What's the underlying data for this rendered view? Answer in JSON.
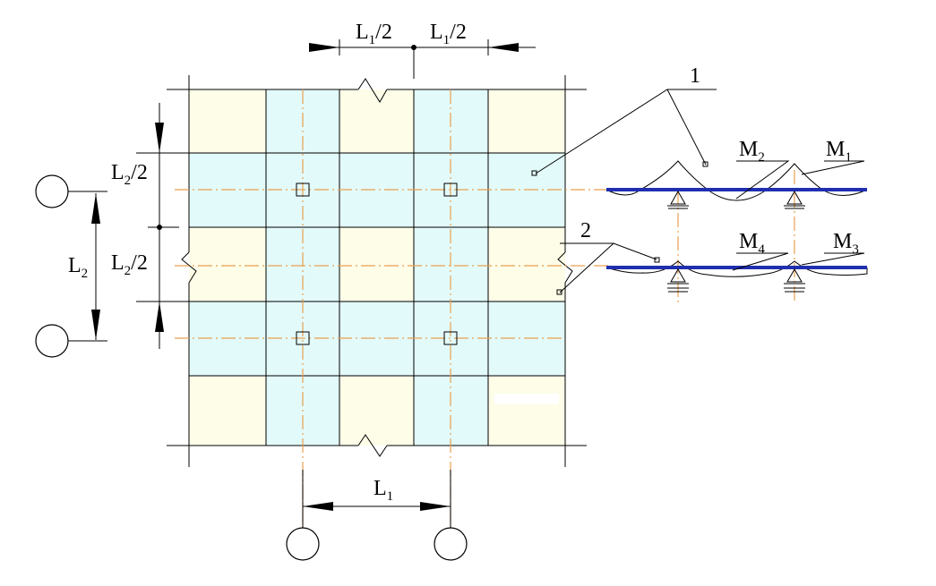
{
  "labels": {
    "half_l1": "L",
    "half_l1_sub": "1",
    "half_l1_tail": "/2",
    "half_l2": "L",
    "half_l2_sub": "2",
    "half_l2_tail": "/2",
    "l1": "L",
    "l1_sub": "1",
    "l2": "L",
    "l2_sub": "2",
    "m1": "M",
    "m1_sub": "1",
    "m2": "M",
    "m2_sub": "2",
    "m3": "M",
    "m3_sub": "3",
    "m4": "M",
    "m4_sub": "4",
    "callout_1": "1",
    "callout_2": "2"
  },
  "colors": {
    "column_strip": "#e3fafa",
    "middle_strip": "#fdfde8",
    "axis": "#e8a050",
    "beam": "#1f2fb0"
  }
}
